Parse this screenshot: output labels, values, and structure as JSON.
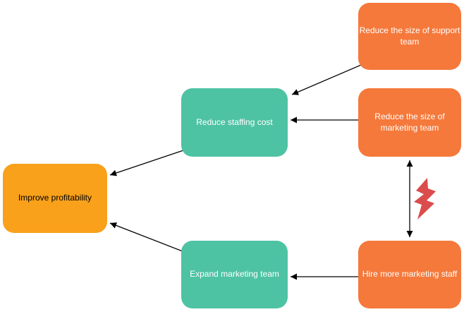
{
  "diagram": {
    "background": "#ffffff",
    "arrow_color": "#000000",
    "colors": {
      "orange": "#F5793B",
      "teal": "#4EC3A4",
      "amber": "#F9A11B",
      "conflict_red": "#DB4C4C"
    },
    "nodes": [
      {
        "id": "support",
        "label": "Reduce the size of support\nteam",
        "fill": "#F5793B",
        "text_color": "#ffffff"
      },
      {
        "id": "marketing_size",
        "label": "Reduce the size of\nmarketing team",
        "fill": "#F5793B",
        "text_color": "#ffffff"
      },
      {
        "id": "staffing",
        "label": "Reduce staffing cost",
        "fill": "#4EC3A4",
        "text_color": "#ffffff"
      },
      {
        "id": "profitability",
        "label": "Improve profitability",
        "fill": "#F9A11B",
        "text_color": "#000000"
      },
      {
        "id": "expand",
        "label": "Expand marketing team",
        "fill": "#4EC3A4",
        "text_color": "#ffffff"
      },
      {
        "id": "hire",
        "label": "Hire more marketing staff",
        "fill": "#F5793B",
        "text_color": "#ffffff"
      }
    ],
    "edges": [
      {
        "from": "support",
        "to": "staffing",
        "type": "arrow"
      },
      {
        "from": "marketing_size",
        "to": "staffing",
        "type": "arrow"
      },
      {
        "from": "staffing",
        "to": "profitability",
        "type": "arrow"
      },
      {
        "from": "expand",
        "to": "profitability",
        "type": "arrow"
      },
      {
        "from": "hire",
        "to": "expand",
        "type": "arrow"
      },
      {
        "from": "marketing_size",
        "to": "hire",
        "type": "double-arrow-conflict"
      }
    ],
    "conflict_icon": {
      "name": "lightning-bolt-icon",
      "color": "#DB4C4C"
    }
  }
}
